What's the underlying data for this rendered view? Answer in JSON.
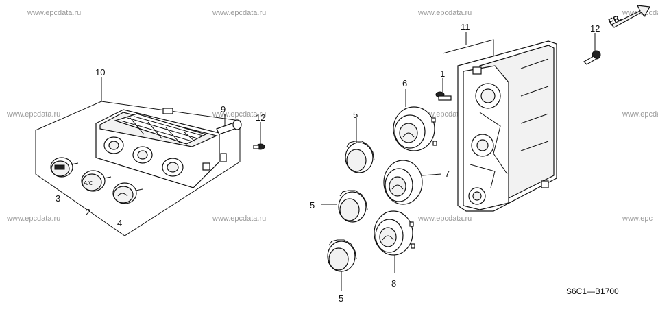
{
  "watermarks": [
    "www.epcdata.ru",
    "www.epcdata.ru",
    "www.epcdata.ru",
    "www.epcdata.ru",
    "www.epcdata.ru",
    "www.epcdata.ru",
    "www.epcdata.ru",
    "www.epcdata.ru",
    "www.epcdata.ru",
    "www.epcdata.ru",
    "www.epcdata.ru",
    "www.epc"
  ],
  "callouts": {
    "c1": "1",
    "c2": "2",
    "c3": "3",
    "c4": "4",
    "c5a": "5",
    "c5b": "5",
    "c5c": "5",
    "c6": "6",
    "c7": "7",
    "c8": "8",
    "c9": "9",
    "c10": "10",
    "c11": "11",
    "c12a": "12",
    "c12b": "12"
  },
  "fr_label": "FR.",
  "diagram_code": "S6C1—B1700",
  "knob_labels": {
    "ac": "A/C"
  }
}
